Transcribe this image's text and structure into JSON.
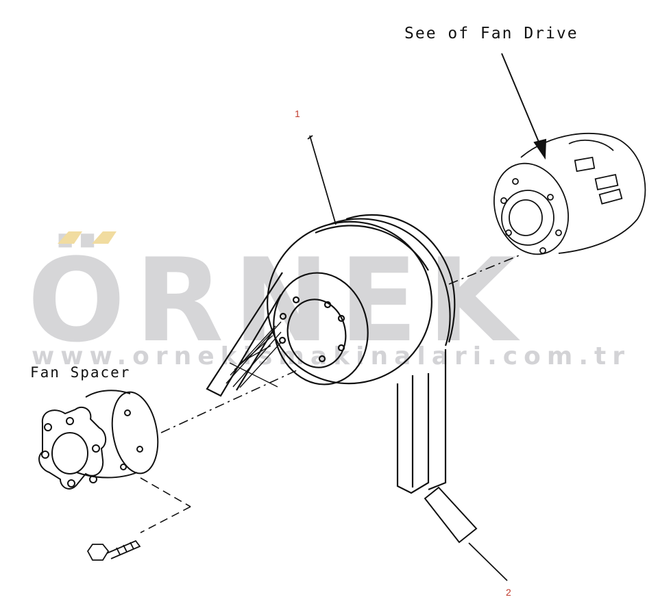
{
  "labels": {
    "fan_drive": "See of Fan Drive",
    "fan_spacer": "Fan Spacer"
  },
  "callouts": {
    "part_1": "1",
    "part_2": "2"
  },
  "watermark": {
    "brand": "ÖRNEK",
    "url": "www.ornekismakinalari.com.tr"
  },
  "colors": {
    "line": "#111111",
    "callout": "#c0392b",
    "watermark": "#cfcfd2",
    "watermark_accent": "#f1dca0"
  }
}
